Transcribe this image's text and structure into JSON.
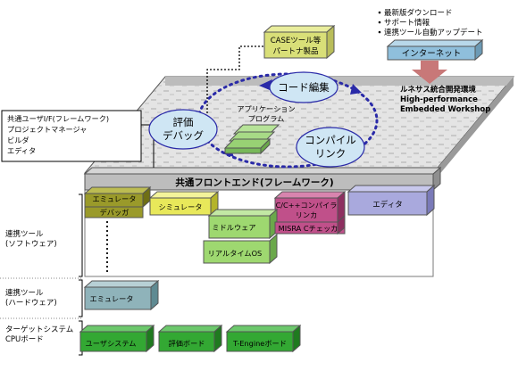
{
  "top_note": {
    "items": [
      "最新版ダウンロード",
      "サポート情報",
      "連携ツール自動アップデート"
    ]
  },
  "internet": {
    "label": "インターネット"
  },
  "ide": {
    "line1": "ルネサス統合開発環境",
    "line2": "High-performance",
    "line3": "Embedded Workshop"
  },
  "case_tool": {
    "line1": "CASEツール等",
    "line2": "パートナ製品"
  },
  "cycle": {
    "code_edit": "コード編集",
    "evaluate": [
      "評価",
      "デバッグ"
    ],
    "compile": [
      "コンパイル",
      "リンク"
    ]
  },
  "app": {
    "line1": "アプリケーション",
    "line2": "プログラム"
  },
  "left_note": {
    "items": [
      "共通ユーザI/F(フレームワーク)",
      "プロジェクトマネージャ",
      "ビルダ",
      "エディタ"
    ]
  },
  "framework": {
    "label": "共通フロントエンド(フレームワーク)"
  },
  "layers": {
    "software": [
      "連携ツール",
      "(ソフトウェア)"
    ],
    "hardware": [
      "連携ツール",
      "(ハードウェア)"
    ],
    "target": [
      "ターゲットシステム",
      "CPUボード"
    ]
  },
  "blocks": {
    "emu_debugger": [
      "エミュレータ",
      "デバッガ"
    ],
    "simulator": "シミュレータ",
    "compiler": [
      "C/C++コンパイラ",
      "リンカ"
    ],
    "editor": "エディタ",
    "middleware": "ミドルウェア",
    "misra": "MISRA Cチェッカ",
    "rtos": "リアルタイムOS",
    "emulator": "エミュレータ",
    "user_system": "ユーザシステム",
    "eval_board": "評価ボード",
    "tengine_board": "T-Engineボード"
  },
  "colors": {
    "olive": "#9a9a2a",
    "yellow": "#e8e85a",
    "magenta": "#c0508a",
    "lavender": "#a9a9dd",
    "light_green": "#9ed870",
    "teal": "#8fb3ba",
    "green": "#33a833",
    "blue_label": "#8fbfdc",
    "cycle_fill": "#cfe6f4",
    "frame_bar": "#bdbdbd",
    "arrow_red": "#c87878"
  }
}
